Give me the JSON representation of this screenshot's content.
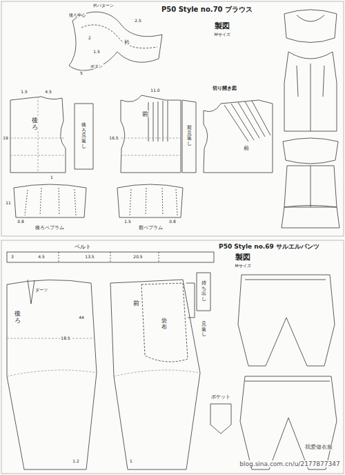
{
  "diagram": {
    "title": "P50 Style no.70 ブラウス",
    "labels": [
      "製図",
      "Mサイズ",
      "衿パターン",
      "後ろ中心",
      "2.5",
      "衿",
      "1.5",
      "2",
      "ボタン",
      "5",
      "後ろ",
      "後ろ見返し",
      "前",
      "前見返し",
      "切り開き図",
      "前",
      "1.5",
      "4.5",
      "11.0",
      "19",
      "16.5",
      "後ろペプラム",
      "前ペプラム",
      "11",
      "0.8",
      "1.5",
      "0.8",
      "1",
      "P50 Style no.69 サルエルパンツ",
      "製図",
      "Mサイズ",
      "ベルト",
      "後ろ",
      "ダーツ",
      "前",
      "袋布",
      "見返し",
      "持ち出し",
      "ポケット",
      "44",
      "18.5",
      "13.5",
      "20.5",
      "1.2",
      "1",
      "3",
      "4.5",
      "我爱做衣服",
      "blog.sina.com.cn/u/2177877347"
    ]
  }
}
